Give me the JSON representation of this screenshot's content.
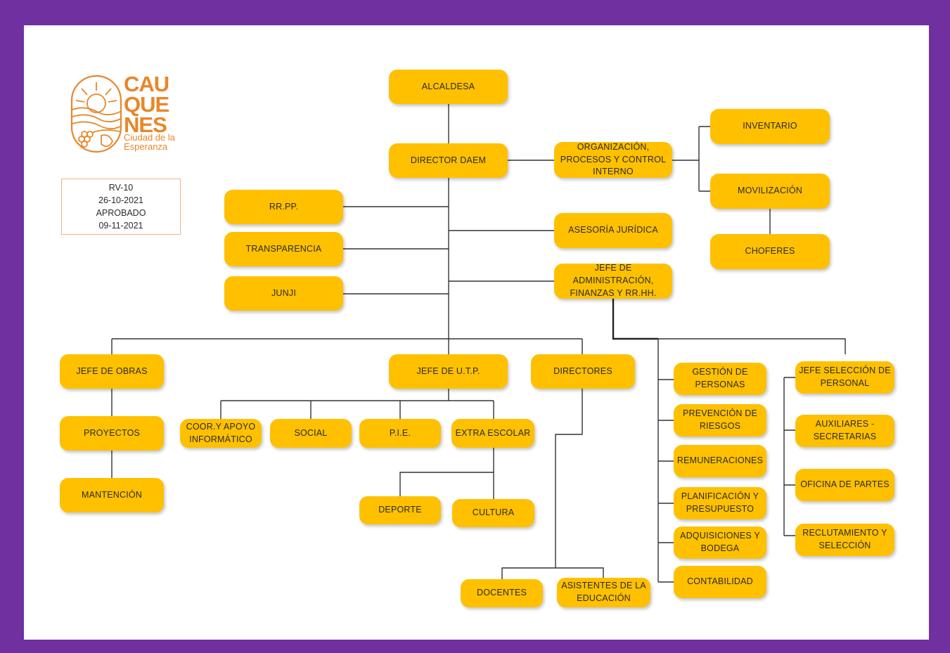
{
  "logo": {
    "line1": "CAU",
    "line2": "QUE",
    "line3": "NES",
    "tagline1": "Ciudad de la",
    "tagline2": "Esperanza",
    "color": "#e8872a"
  },
  "revision": {
    "code": "RV-10",
    "date": "26-10-2021",
    "status": "APROBADO",
    "approved_date": "09-11-2021"
  },
  "colors": {
    "frame": "#7030a0",
    "box": "#ffc000",
    "line": "#333333"
  },
  "nodes": {
    "alcaldesa": [
      "ALCALDESA"
    ],
    "director_daem": [
      "DIRECTOR DAEM"
    ],
    "organizacion": [
      "ORGANIZACIÓN,",
      "PROCESOS Y CONTROL",
      "INTERNO"
    ],
    "inventario": [
      "INVENTARIO"
    ],
    "movilizacion": [
      "MOVILIZACIÓN"
    ],
    "choferes": [
      "CHOFERES"
    ],
    "rrpp": [
      "RR.PP."
    ],
    "transparencia": [
      "TRANSPARENCIA"
    ],
    "junji": [
      "JUNJI"
    ],
    "asesoria": [
      "ASESORÍA JURÍDICA"
    ],
    "jefe_admin": [
      "JEFE DE",
      "ADMINISTRACIÓN,",
      "FINANZAS Y RR.HH."
    ],
    "jefe_obras": [
      "JEFE DE OBRAS"
    ],
    "proyectos": [
      "PROYECTOS"
    ],
    "mantencion": [
      "MANTENCIÓN"
    ],
    "jefe_utp": [
      "JEFE DE U.T.P."
    ],
    "coor_apoyo": [
      "COOR.Y APOYO",
      "INFORMÁTICO"
    ],
    "social": [
      "SOCIAL"
    ],
    "pie": [
      "P.I.E."
    ],
    "extra_escolar": [
      "EXTRA ESCOLAR"
    ],
    "deporte": [
      "DEPORTE"
    ],
    "cultura": [
      "CULTURA"
    ],
    "directores": [
      "DIRECTORES"
    ],
    "docentes": [
      "DOCENTES"
    ],
    "asistentes": [
      "ASISTENTES DE LA",
      "EDUCACIÓN"
    ],
    "gestion_personas": [
      "GESTIÓN DE",
      "PERSONAS"
    ],
    "prevencion": [
      "PREVENCIÓN DE",
      "RIESGOS"
    ],
    "remuneraciones": [
      "REMUNERACIONES"
    ],
    "planificacion": [
      "PLANIFICACIÓN Y",
      "PRESUPUESTO"
    ],
    "adquisiciones": [
      "ADQUISICIONES Y",
      "BODEGA"
    ],
    "contabilidad": [
      "CONTABILIDAD"
    ],
    "jefe_seleccion": [
      "JEFE SELECCIÓN DE",
      "PERSONAL"
    ],
    "auxiliares": [
      "AUXILIARES -",
      "SECRETARIAS"
    ],
    "oficina_partes": [
      "OFICINA DE PARTES"
    ],
    "reclutamiento": [
      "RECLUTAMIENTO Y",
      "SELECCIÓN"
    ]
  }
}
